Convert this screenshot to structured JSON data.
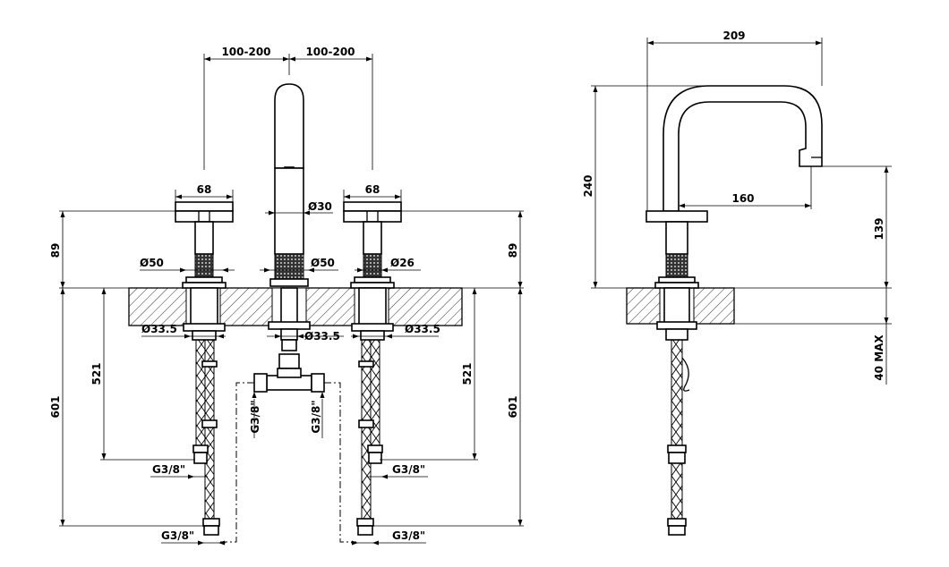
{
  "front_view": {
    "spacing_left": "100-200",
    "spacing_right": "100-200",
    "handle_width_left": "68",
    "handle_width_right": "68",
    "spout_diameter": "Ø30",
    "height_left": "89",
    "height_right": "89",
    "base_diameter_left": "Ø50",
    "base_diameter_center": "Ø50",
    "base_diameter_right": "Ø26",
    "hole_left": "Ø33.5",
    "hole_center": "Ø33.5",
    "hole_right": "Ø33.5",
    "hose_length_left": "521",
    "hose_length_right": "521",
    "total_length_left": "601",
    "total_length_right": "601",
    "thread_left_mid": "G3/8\"",
    "thread_left_bottom": "G3/8\"",
    "thread_right_mid": "G3/8\"",
    "thread_right_bottom": "G3/8\"",
    "thread_tee_left": "G3/8\"",
    "thread_tee_right": "G3/8\""
  },
  "side_view": {
    "reach": "209",
    "height": "240",
    "handle_reach": "160",
    "spout_height": "139",
    "deck_thickness": "40 MAX"
  }
}
